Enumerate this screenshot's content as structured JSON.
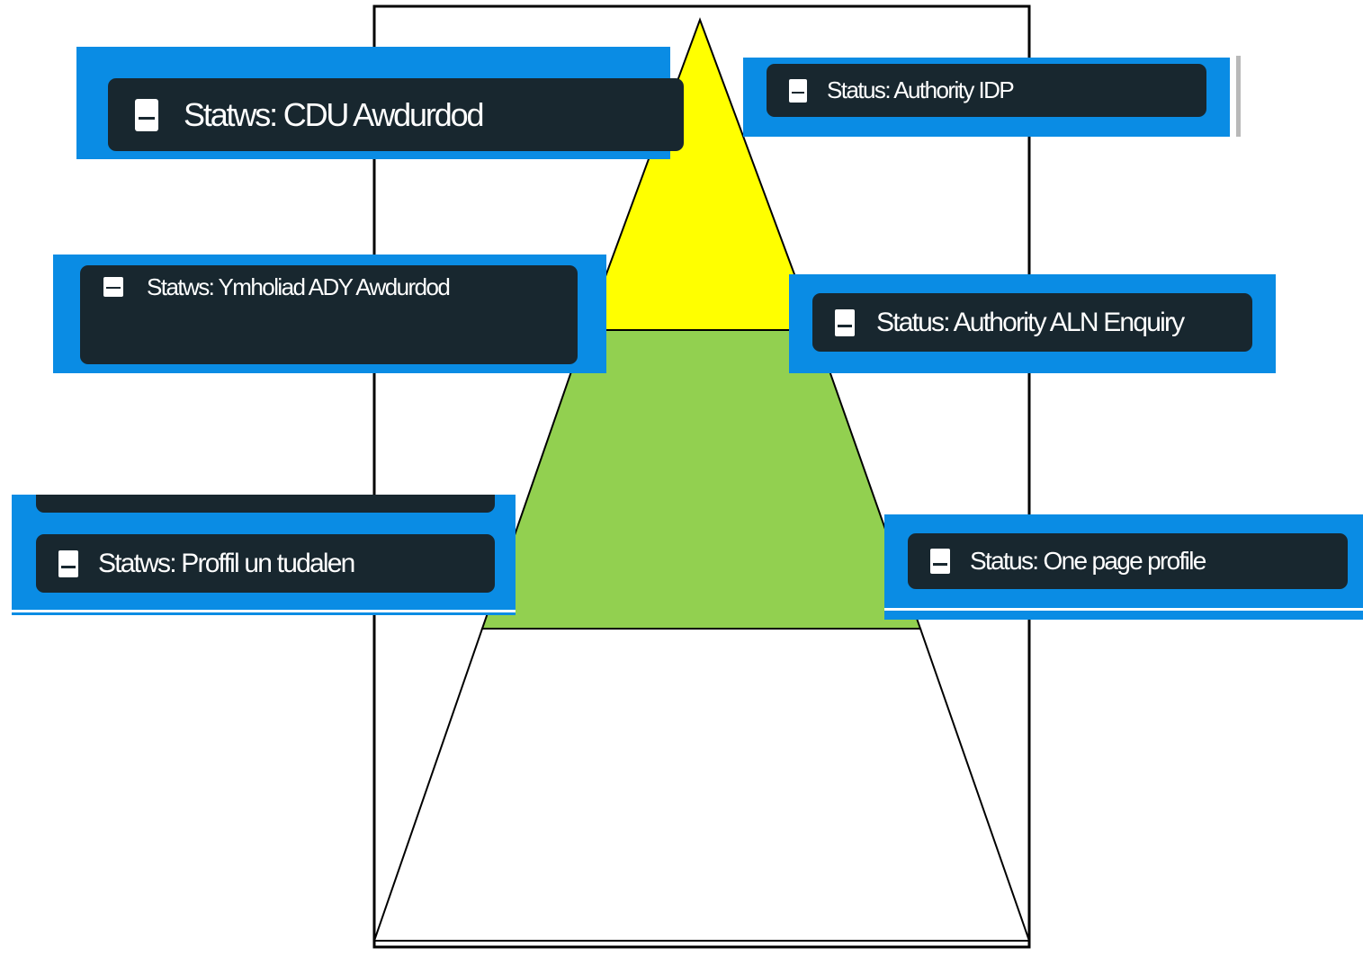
{
  "labels": {
    "cy_top": "Statws: CDU Awdurdod",
    "en_top": "Status: Authority IDP",
    "cy_mid": "Statws: Ymholiad ADY Awdurdod",
    "en_mid": "Status: Authority ALN Enquiry",
    "cy_low": "Statws: Proffil un tudalen",
    "en_low": "Status: One page profile"
  },
  "colors": {
    "tier_top": "#ffff00",
    "tier_middle": "#92d050",
    "tier_bottom": "#ffffff",
    "label_frame": "#0a8ce4",
    "label_pill": "#18272f",
    "label_text": "#ffffff",
    "outline": "#000000"
  },
  "icon": "document-icon"
}
